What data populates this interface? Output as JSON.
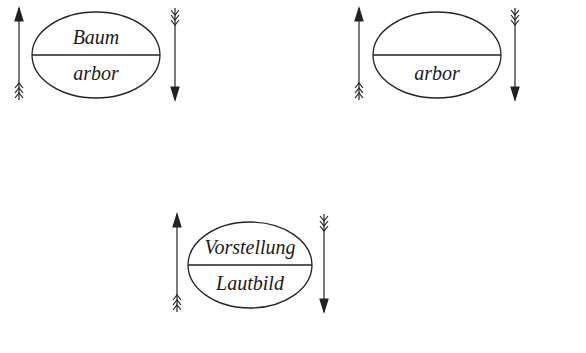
{
  "diagram": {
    "nodes": [
      {
        "text": [
          "Baum",
          "arbor"
        ]
      },
      {
        "text": [
          "arbor"
        ]
      },
      {
        "text": [
          "Vorstellung",
          "Lautbild"
        ]
      }
    ]
  }
}
